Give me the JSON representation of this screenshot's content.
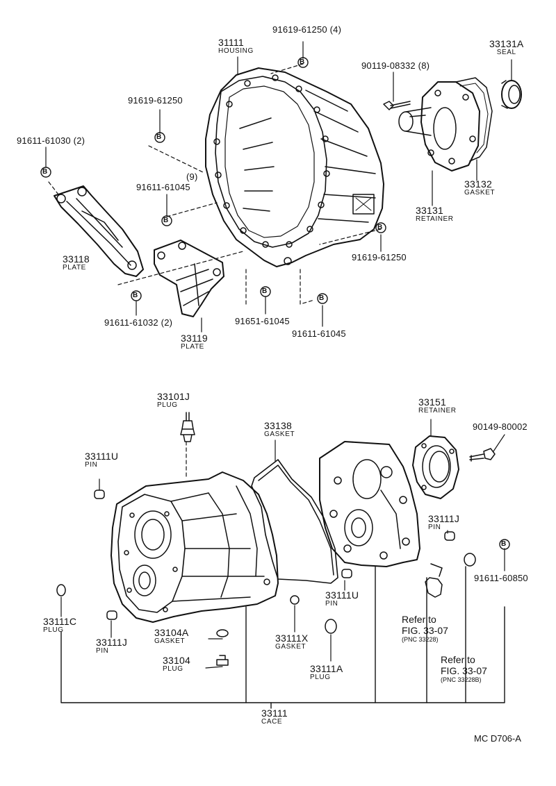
{
  "document_code": "MC  D706-A",
  "upper": {
    "housing": {
      "number": "31111",
      "name": "HOUSING"
    },
    "bolt_b_top": "91619-61250 (4)",
    "bolt_b_left": "91619-61250",
    "bolt_left_2": "91611-61030 (2)",
    "qty_9": "(9)",
    "bolt_mid": "91611-61045",
    "plate_a": {
      "number": "33118",
      "name": "PLATE"
    },
    "plate_b": {
      "number": "33119",
      "name": "PLATE"
    },
    "bolt_lower_left": "91611-61032 (2)",
    "bolt_lower_mid": "91651-61045",
    "bolt_lower_right": "91611-61045",
    "bolt_right": "91619-61250",
    "bolt_retainer": "90119-08332 (8)",
    "seal": {
      "number": "33131A",
      "name": "SEAL"
    },
    "gasket": {
      "number": "33132",
      "name": "GASKET"
    },
    "retainer": {
      "number": "33131",
      "name": "RETAINER"
    }
  },
  "lower": {
    "plug_top": {
      "number": "33101J",
      "name": "PLUG"
    },
    "pin_left": {
      "number": "33111U",
      "name": "PIN"
    },
    "gasket_mid": {
      "number": "33138",
      "name": "GASKET"
    },
    "retainer": {
      "number": "33151",
      "name": "RETAINER"
    },
    "bolt_retainer": "90149-80002",
    "pin_right": {
      "number": "33111J",
      "name": "PIN"
    },
    "bolt_b": "91611-60850",
    "pin_mid": {
      "number": "33111U",
      "name": "PIN"
    },
    "plug_left": {
      "number": "33111C",
      "name": "PLUG"
    },
    "pin_bottom": {
      "number": "33111J",
      "name": "PIN"
    },
    "gasket_small": {
      "number": "33104A",
      "name": "GASKET"
    },
    "plug_small": {
      "number": "33104",
      "name": "PLUG"
    },
    "gasket_x": {
      "number": "33111X",
      "name": "GASKET"
    },
    "plug_a": {
      "number": "33111A",
      "name": "PLUG"
    },
    "case": {
      "number": "33111",
      "name": "CACE"
    },
    "ref1": {
      "refer": "Refer to",
      "fig": "FIG. 33-07",
      "pnc": "(PNC 33228)"
    },
    "ref2": {
      "refer": "Refer to",
      "fig": "FIG. 33-07",
      "pnc": "(PNC 33228B)"
    }
  },
  "marker_letter": "B"
}
